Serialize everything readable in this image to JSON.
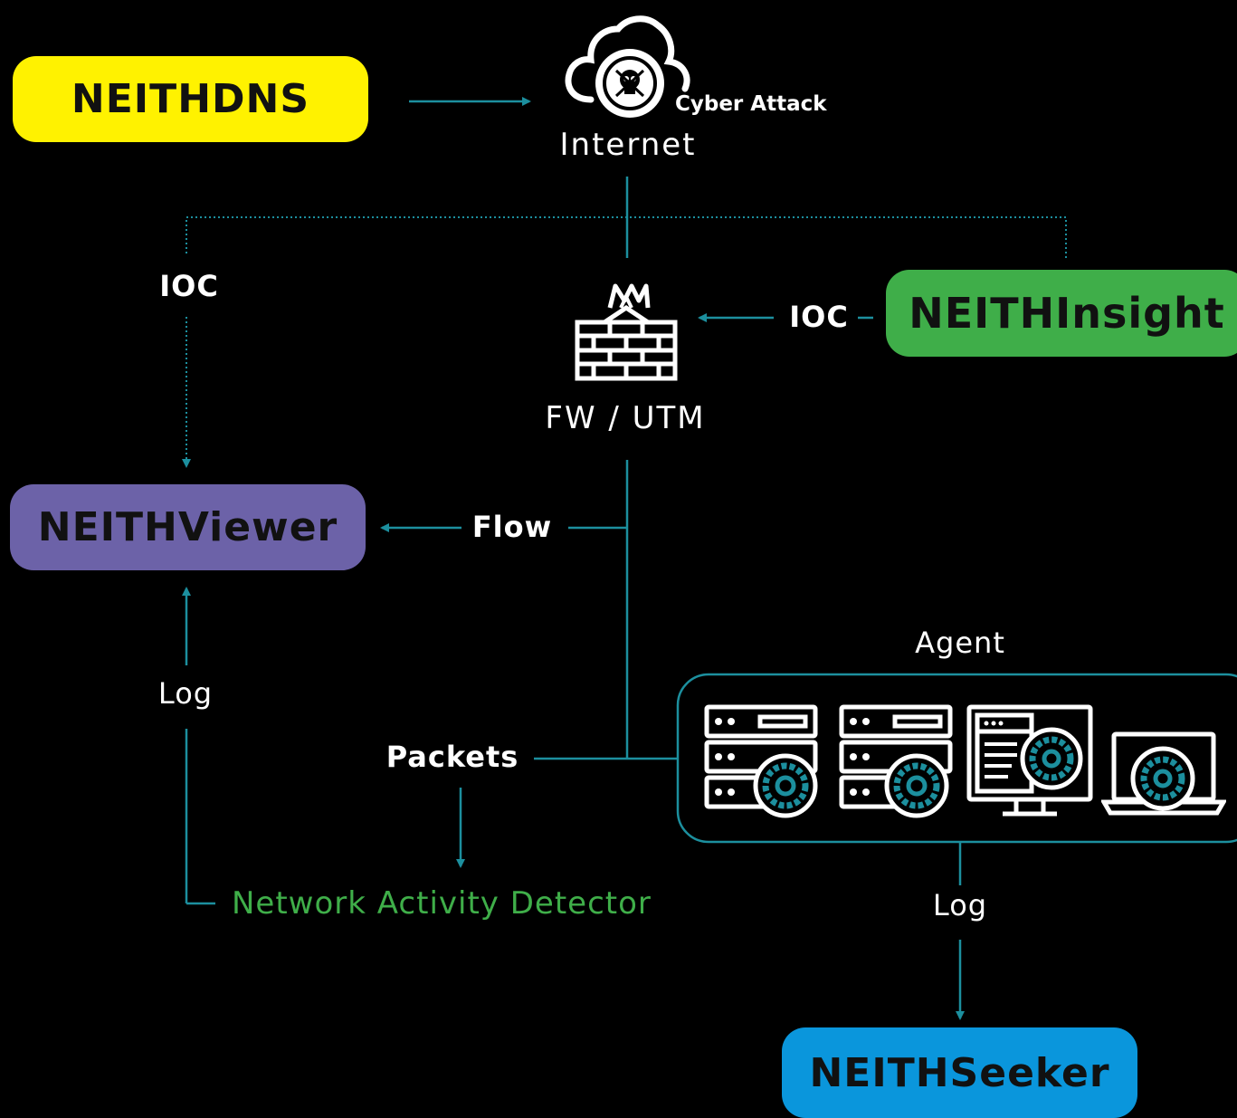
{
  "nodes": {
    "neithdns": "NEITHDNS",
    "neithinsight": "NEITHInsight",
    "neithviewer": "NEITHViewer",
    "neithseeker": "NEITHSeeker",
    "nad": "Network Activity Detector"
  },
  "labels": {
    "cyber_attack": "Cyber Attack",
    "internet": "Internet",
    "fw_utm": "FW / UTM",
    "ioc_left": "IOC",
    "ioc_right": "IOC",
    "flow": "Flow",
    "log_left": "Log",
    "log_right": "Log",
    "packets": "Packets",
    "agent": "Agent"
  },
  "icons": [
    "cloud-skull-icon",
    "firewall-icon",
    "server-gear-icon",
    "server-gear-icon",
    "monitor-gear-icon",
    "laptop-gear-icon"
  ],
  "colors": {
    "neithdns": "#fff200",
    "neithinsight": "#3fae49",
    "neithviewer": "#6c62a8",
    "neithseeker": "#0a96dc",
    "nad_text": "#3fae49",
    "connector": "#1c8f9e"
  }
}
